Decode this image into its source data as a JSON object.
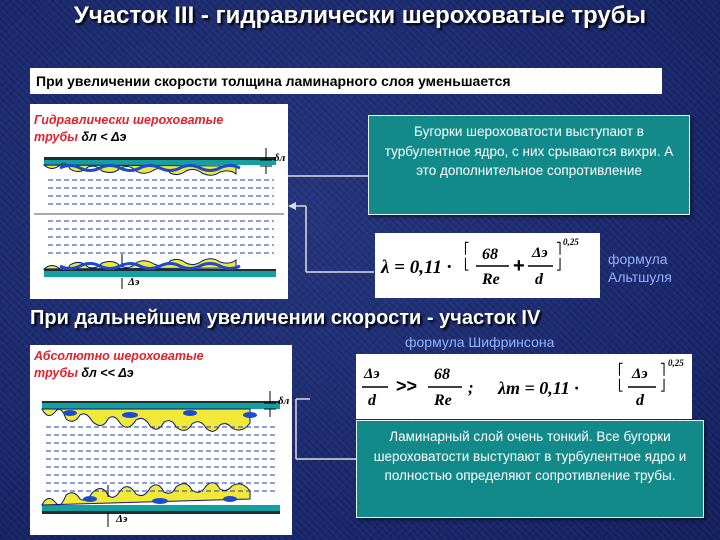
{
  "title": "Участок III - гидравлически  шероховатые трубы",
  "banner": "При увеличении скорости толщина ламинарного слоя уменьшается",
  "panel1": {
    "label_line1": "Гидравлически  шероховатые",
    "label_line2_prefix": "трубы ",
    "label_symbol": "δл < Δэ",
    "delta_l": "δл",
    "delta_e": "Δэ"
  },
  "tooltip1": "Бугорки шероховатости выступают в турбулентное ядро, с них срываются вихри. А это дополнительное сопротивление",
  "altshul": {
    "formula_lhs": "λ = 0,11 ·",
    "num1": "68",
    "den1": "Re",
    "plus": "+",
    "num2": "Δэ",
    "den2": "d",
    "exponent": "0,25",
    "caption_line1": "формула",
    "caption_line2": "Альтшуля"
  },
  "subheading": "При дальнейшем увеличении скорости - участок IV",
  "shifrinson_caption": "формула Шифринсона",
  "panel2": {
    "label_line1": "Абсолютно  шероховатые",
    "label_line2_prefix": "трубы ",
    "label_symbol": "δл << Δэ",
    "delta_l": "δл",
    "delta_e": "Δэ"
  },
  "shifrinson": {
    "num1": "Δэ",
    "den1": "d",
    "gg": ">>",
    "num2": "68",
    "den2": "Re",
    "semicolon": ";",
    "lambda": "λт = 0,11 ·",
    "num3": "Δэ",
    "den3": "d",
    "exponent": "0,25"
  },
  "tooltip2": "Ламинарный слой очень тонкий. Все бугорки шероховатости выступают в турбулентное ядро и полностью определяют  сопротивление трубы.",
  "colors": {
    "background": "#1b2a6b",
    "teal": "#138a8a",
    "red_label": "#e8202a",
    "caption_blue": "#8fb3ff"
  }
}
